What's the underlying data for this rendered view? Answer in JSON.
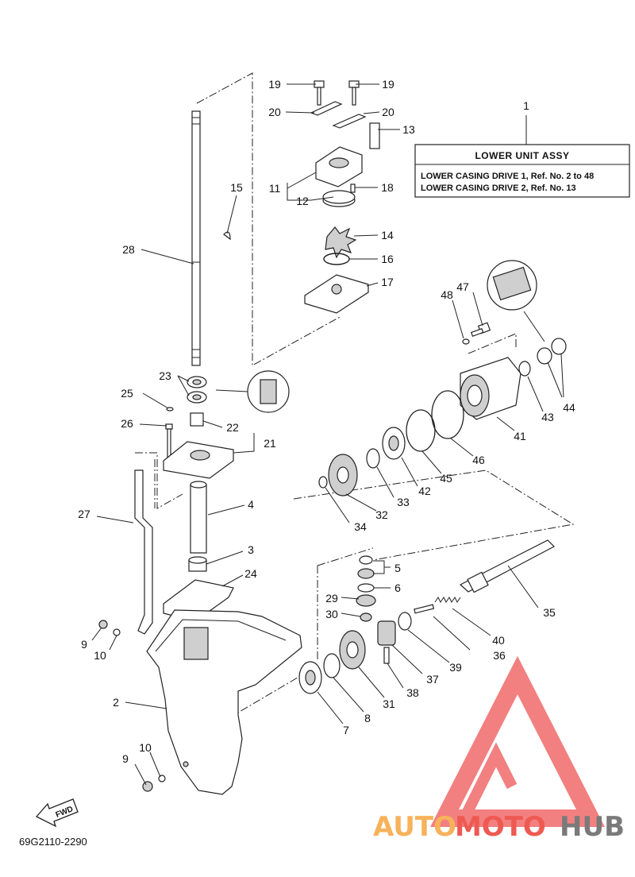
{
  "legend_box": {
    "part_ref": "1",
    "title": "LOWER UNIT ASSY",
    "line1": "LOWER CASING DRIVE 1, Ref. No. 2 to 48",
    "line2": "LOWER CASING DRIVE 2, Ref. No. 13"
  },
  "drawing_code": "69G2110-2290",
  "fwd_label": "FWD",
  "watermark": {
    "part1": "AUTO",
    "part2": "MOTO",
    "part3": "HUB"
  },
  "colors": {
    "watermark_orange": "#f7b25a",
    "watermark_red": "#ee5a52",
    "watermark_gray": "#7a7a7a",
    "logo_red": "#f06a6a"
  },
  "callouts": {
    "c1": "1",
    "c2a": "2",
    "c3": "3",
    "c4": "4",
    "c5": "5",
    "c6": "6",
    "c7": "7",
    "c8": "8",
    "c9a": "9",
    "c9b": "9",
    "c10a": "10",
    "c10b": "10",
    "c11": "11",
    "c12": "12",
    "c13": "13",
    "c14": "14",
    "c15": "15",
    "c16": "16",
    "c17": "17",
    "c18": "18",
    "c19a": "19",
    "c19b": "19",
    "c20a": "20",
    "c20b": "20",
    "c21": "21",
    "c22": "22",
    "c23": "23",
    "c24": "24",
    "c25": "25",
    "c26": "26",
    "c27": "27",
    "c28": "28",
    "c29": "29",
    "c30": "30",
    "c31": "31",
    "c32": "32",
    "c33": "33",
    "c34": "34",
    "c35": "35",
    "c36": "36",
    "c37": "37",
    "c38": "38",
    "c39": "39",
    "c40": "40",
    "c41": "41",
    "c42": "42",
    "c43": "43",
    "c44": "44",
    "c45": "45",
    "c46": "46",
    "c47": "47",
    "c48": "48"
  }
}
